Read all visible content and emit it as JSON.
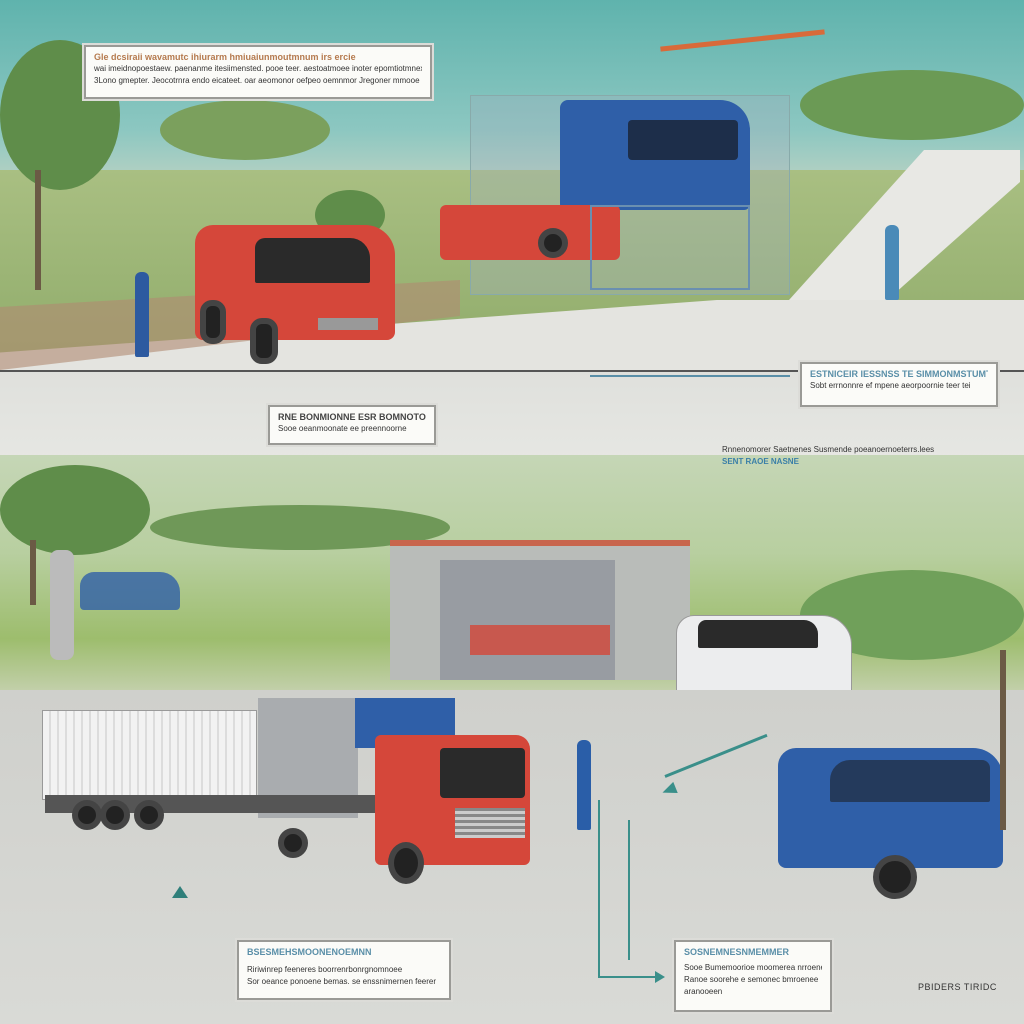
{
  "callouts": {
    "top_left": {
      "title": "Gle dcsiraii wavamutc ihiurarm hmiuaiunmoutmnum irs ercie",
      "line1": "wai imeidnopoestaew. paenanme itesiimensted. pooe teer. aestoatmoee inoter epomtiotmnex",
      "line2": "3Lono gmepter. Jeocotrnra endo eicateet. oar aeomonor oefpeo oemnmor Jregoner mmooe"
    },
    "middle_right": {
      "title": "ESTNICEIR IESSNSS TE SIMMONMSTUMTE",
      "line1": "Sobt errnonnre ef mpene aeorpoornie teer tei"
    },
    "middle_left": {
      "title": "RNE BONMIONNE ESR BOMNOTOR",
      "line1": "Sooe oeanmoonate ee preennoorne"
    },
    "middle_right_text": {
      "line1": "Rnnenomorer Saetnenes Susmende poeanoernoeterrs.lees",
      "line2": "SENT RAOE NASNE"
    },
    "bottom_left": {
      "title": "BSESMEHSMOONENOEMNN",
      "line1": "Ririwinrep feeneres boorrenrbonrgnomnoee",
      "line2": "Sor oeance ponoene bemas. se enssnimernen feerer"
    },
    "bottom_center": {
      "title": "SOSNEMNESNMEMMER",
      "line1": "Sooe Bumemoorioe moomerea nrroeneaese",
      "line2": "Ranoe soorehe e semonec bmroenee",
      "line3": "aranooeen"
    },
    "footer": "PBIDERS TIRIDC"
  },
  "colors": {
    "sky": "#5fb3ad",
    "red_vehicle": "#d5473a",
    "blue_vehicle": "#2f5fa8",
    "accent_arrow": "#3a8f8a"
  }
}
